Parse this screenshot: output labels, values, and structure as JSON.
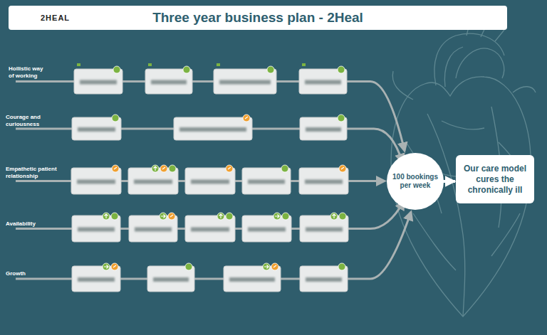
{
  "diagram": {
    "title": "Three year business plan - 2Heal",
    "nodes": [
      {
        "text": [
          "100 bookings per week"
        ]
      },
      {
        "text": [
          "Our care model cures the chronically ill"
        ]
      }
    ],
    "edges": [
      {
        "from": 0,
        "to": 1,
        "arrow": "to"
      }
    ],
    "labels": [
      "2HEAL",
      "Hollistic way of working",
      "Courage and curiousness",
      "Empathetic patient relationship",
      "Availability",
      "Growth"
    ]
  }
}
